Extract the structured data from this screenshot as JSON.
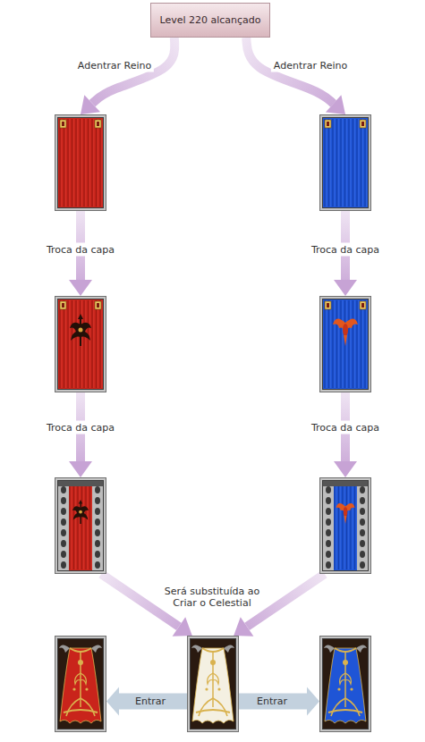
{
  "diagram": {
    "nodes": [
      {
        "text": [
          "Level 220 alcançado"
        ]
      },
      {
        "text": []
      },
      {
        "text": []
      },
      {
        "text": []
      },
      {
        "text": []
      },
      {
        "text": []
      },
      {
        "text": []
      },
      {
        "text": []
      },
      {
        "text": []
      },
      {
        "text": []
      }
    ],
    "edges": [
      {
        "from": 0,
        "to": 1,
        "arrow": "to",
        "label": "Adentrar Reino"
      },
      {
        "from": 0,
        "to": 2,
        "arrow": "to",
        "label": "Adentrar Reino"
      },
      {
        "from": 1,
        "to": 3,
        "arrow": "to",
        "label": "Troca da capa"
      },
      {
        "from": 2,
        "to": 4,
        "arrow": "to",
        "label": "Troca da capa"
      },
      {
        "from": 3,
        "to": 5,
        "arrow": "to",
        "label": "Troca da capa"
      },
      {
        "from": 4,
        "to": 6,
        "arrow": "to",
        "label": "Troca da capa"
      },
      {
        "from": 5,
        "to": 8,
        "arrow": "to"
      },
      {
        "from": 6,
        "to": 8,
        "arrow": "to"
      },
      {
        "from": 8,
        "to": 7,
        "arrow": "to",
        "label": "Entrar"
      },
      {
        "from": 8,
        "to": 9,
        "arrow": "to",
        "label": "Entrar"
      }
    ],
    "labels": [
      "Será substituída ao Criar o Celestial"
    ]
  }
}
